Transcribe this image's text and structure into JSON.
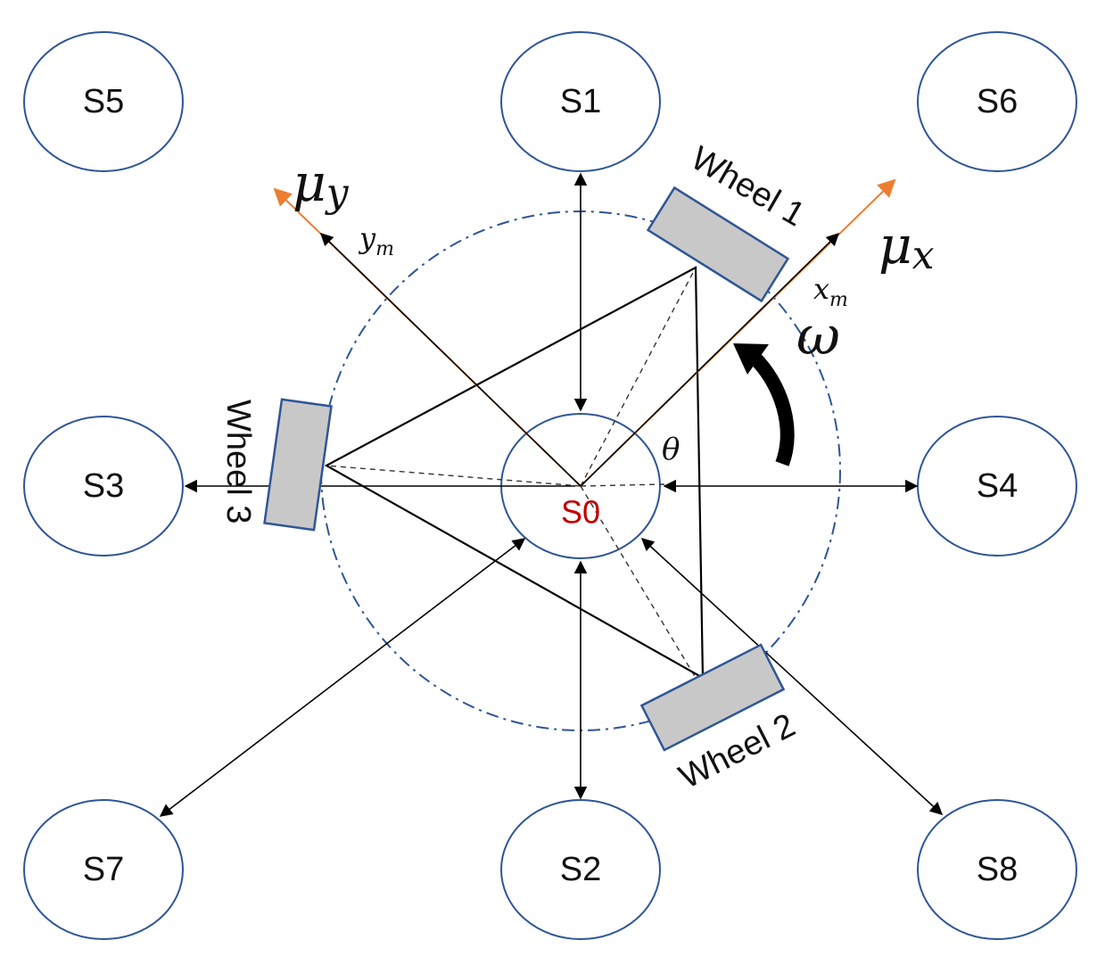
{
  "nodes": {
    "s0": "S0",
    "s1": "S1",
    "s2": "S2",
    "s3": "S3",
    "s4": "S4",
    "s5": "S5",
    "s6": "S6",
    "s7": "S7",
    "s8": "S8"
  },
  "wheels": {
    "w1": "Wheel 1",
    "w2": "Wheel 2",
    "w3": "Wheel 3"
  },
  "axes": {
    "mu_y": "μ",
    "mu_y_sub": "y",
    "mu_x": "μ",
    "mu_x_sub": "x",
    "y_m": "y",
    "y_m_sub": "m",
    "x_m": "x",
    "x_m_sub": "m",
    "omega": "ω",
    "theta": "θ"
  },
  "colors": {
    "node_stroke": "#2f5597",
    "center_label": "#c00000",
    "axis_orange": "#ed7d31",
    "wheel_fill": "#c8c8c8"
  }
}
